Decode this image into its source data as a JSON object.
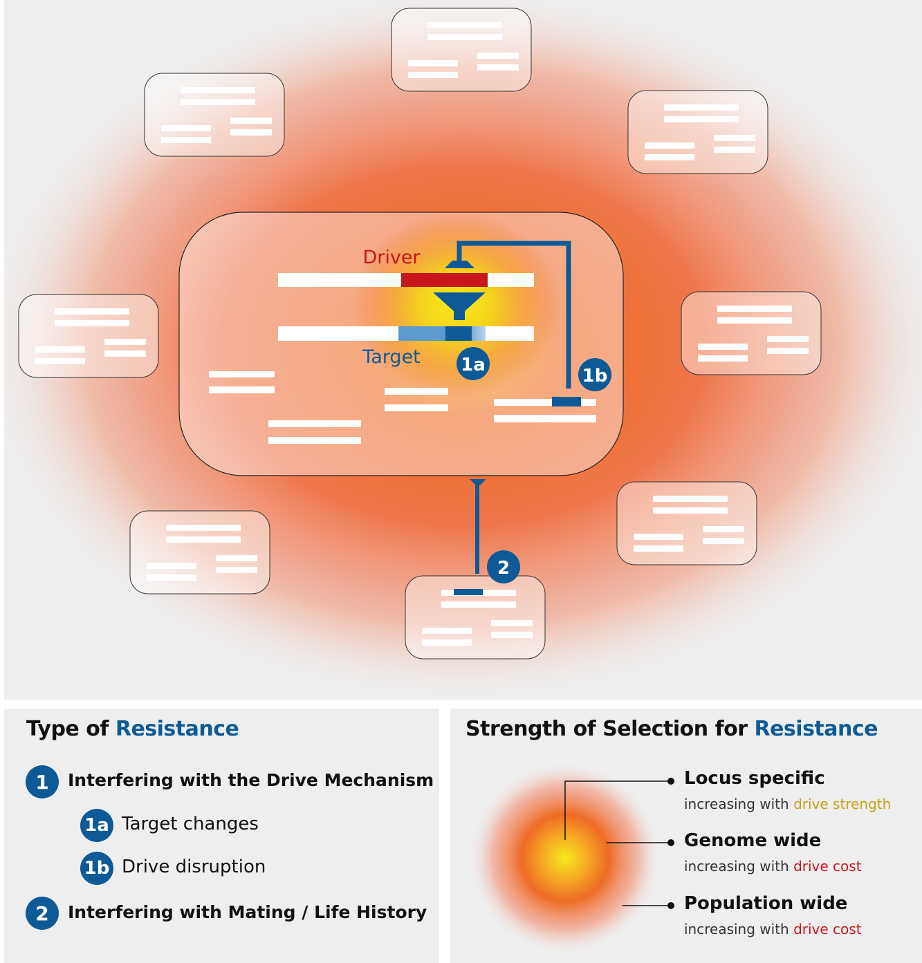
{
  "diagram": {
    "driver_label": "Driver",
    "target_label": "Target",
    "badges": {
      "b1a": "1a",
      "b1b": "1b",
      "b2": "2"
    },
    "colors": {
      "driver": "#c8171b",
      "blue": "#0e5a97",
      "target_light": "#5b9bd0"
    }
  },
  "legend_type": {
    "title_prefix": "Type of ",
    "title_highlight": "Resistance",
    "items": [
      {
        "badge": "1",
        "label": "Interfering with the Drive Mechanism"
      },
      {
        "badge": "1a",
        "label": "Target changes"
      },
      {
        "badge": "1b",
        "label": "Drive disruption"
      },
      {
        "badge": "2",
        "label": "Interfering with Mating / Life History"
      }
    ]
  },
  "legend_strength": {
    "title_prefix": "Strength of Selection for ",
    "title_highlight": "Resistance",
    "items": [
      {
        "label": "Locus specific",
        "sub_prefix": "increasing with ",
        "sub_highlight": "drive strength",
        "highlight_color": "#c6a21a"
      },
      {
        "label": "Genome wide",
        "sub_prefix": "increasing with ",
        "sub_highlight": "drive cost",
        "highlight_color": "#c8171b"
      },
      {
        "label": "Population wide",
        "sub_prefix": "increasing with ",
        "sub_highlight": "drive cost",
        "highlight_color": "#c8171b"
      }
    ]
  }
}
